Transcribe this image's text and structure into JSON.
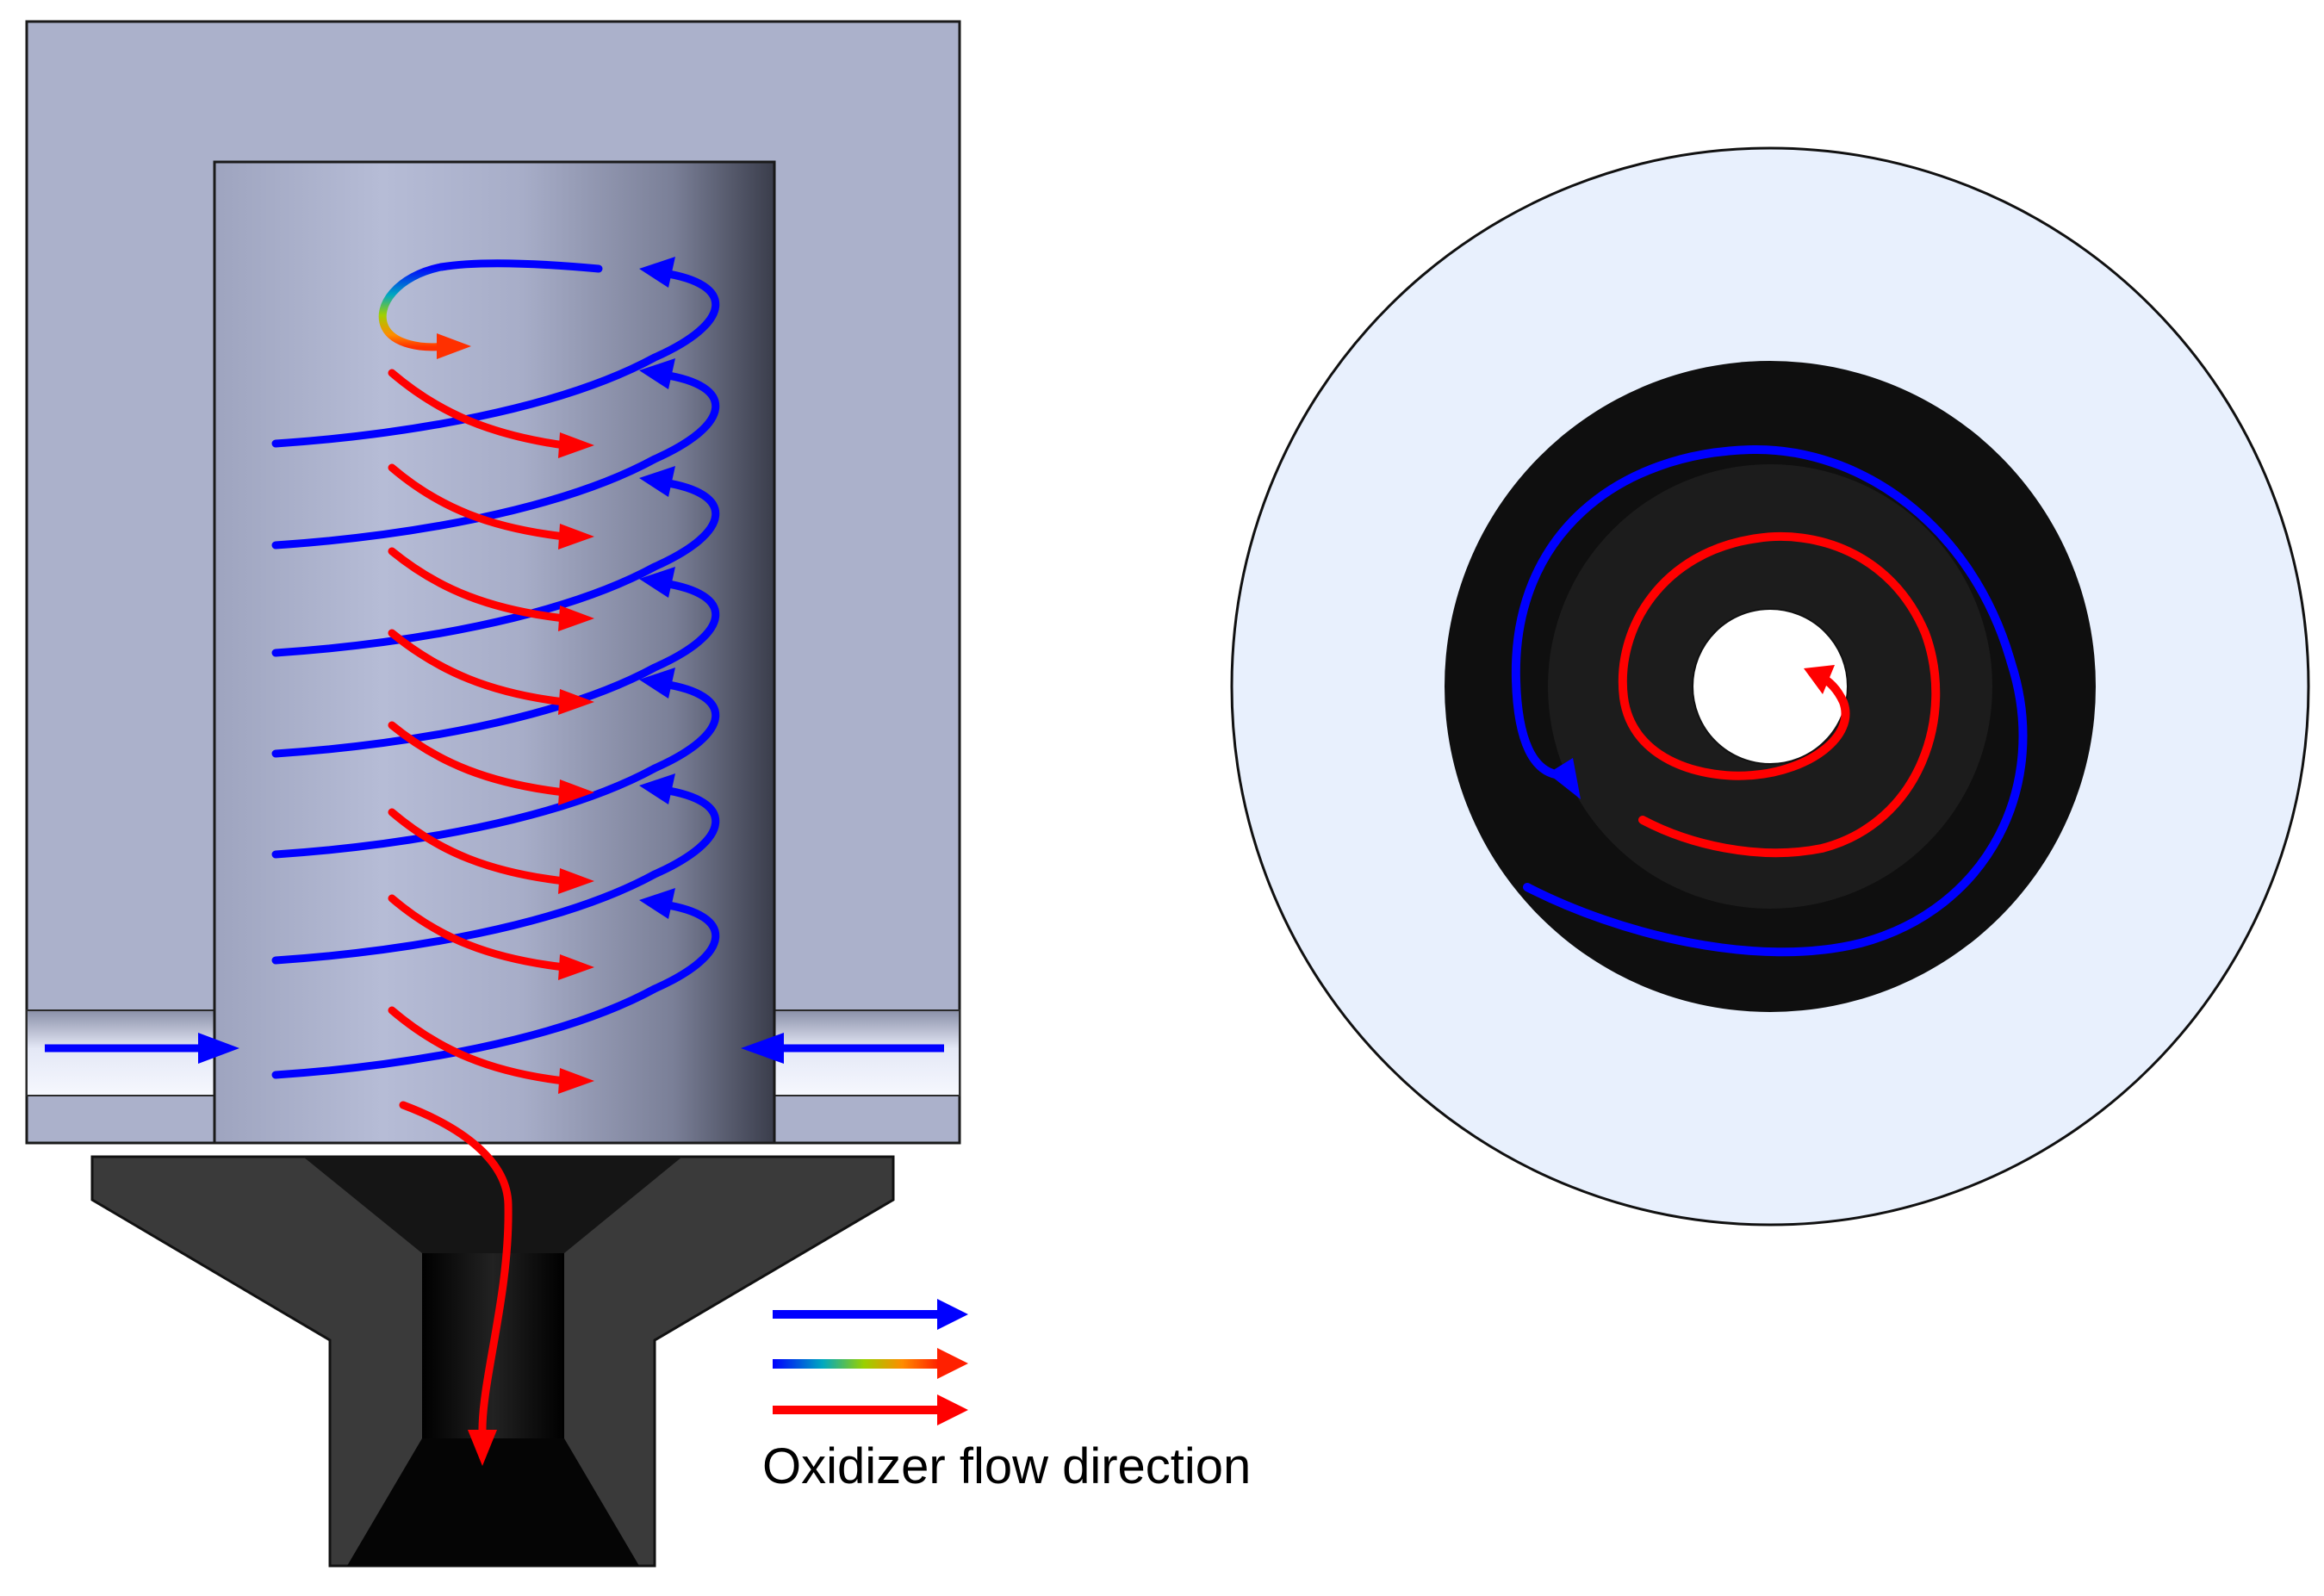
{
  "legend": {
    "caption": "Oxidizer flow direction",
    "arrows": [
      {
        "style": "solid",
        "colors": [
          "#0000ff"
        ]
      },
      {
        "style": "gradient",
        "colors": [
          "#0000ff",
          "#00b0b0",
          "#c8d800",
          "#ff8c00",
          "#ff0000"
        ]
      },
      {
        "style": "solid",
        "colors": [
          "#0000ff"
        ]
      }
    ]
  },
  "colors": {
    "block_face": "#abb1cb",
    "chamber_light": "#b2b8d3",
    "chamber_dark": "#3a3d4b",
    "nozzle": "#3a3a3a",
    "nozzle_throat": "#050505",
    "port_face": "#e8f0fd",
    "port_dark": "#0f0f0f",
    "flow_blue": "#0000ff",
    "flow_red": "#ff0000"
  },
  "flow_paths": {
    "side_view_helix_turns": 7,
    "side_view_inlet_ports": 2,
    "side_view_inner_red_segments": 8
  }
}
